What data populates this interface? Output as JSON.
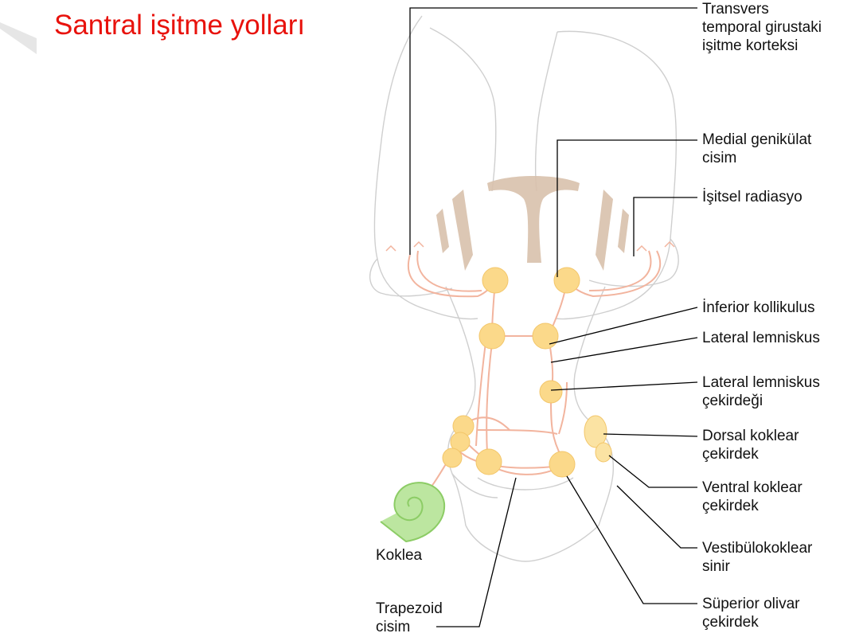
{
  "title": "Santral işitme yolları",
  "labels": {
    "transvers": [
      "Transvers",
      "temporal girustaki",
      "işitme korteksi"
    ],
    "medial_genikulat": [
      "Medial genikülat",
      "cisim"
    ],
    "isitsel_radiasyo": [
      "İşitsel radiasyo"
    ],
    "inferior_kollikulus": [
      "İnferior kollikulus"
    ],
    "lateral_lemniskus": [
      "Lateral lemniskus"
    ],
    "lateral_lemniskus_cekirdegi": [
      "Lateral lemniskus",
      "çekirdeği"
    ],
    "dorsal_koklear": [
      "Dorsal koklear",
      "çekirdek"
    ],
    "ventral_koklear": [
      "Ventral koklear",
      "çekirdek"
    ],
    "vestibulokoklear": [
      "Vestibülokoklear",
      "sinir"
    ],
    "superior_olivar": [
      "Süperior olivar",
      "çekirdek"
    ],
    "koklea": [
      "Koklea"
    ],
    "trapezoid": [
      "Trapezoid",
      "cisim"
    ]
  },
  "colors": {
    "title": "#e8120c",
    "pathway": "#f2b49e",
    "nucleus": "#fbd98a",
    "brain_outline": "#cfcfcf",
    "ventricle": "#d9c1ac",
    "cochlea": "#9fd67a",
    "leader": "#000000"
  }
}
